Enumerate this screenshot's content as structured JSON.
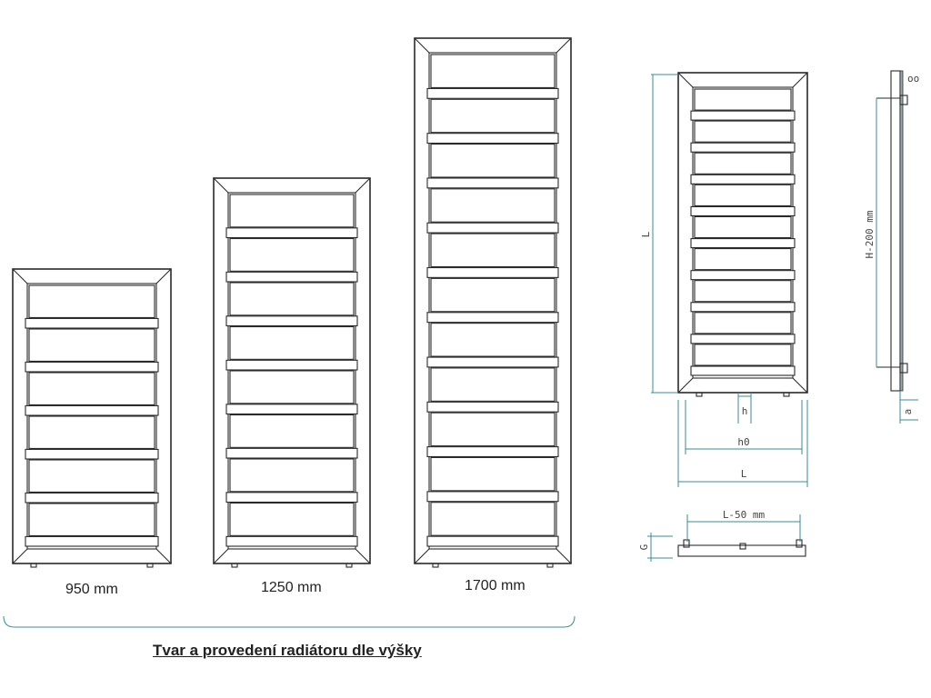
{
  "radiators": [
    {
      "label": "950 mm",
      "slats": 6
    },
    {
      "label": "1250 mm",
      "slats": 8
    },
    {
      "label": "1700 mm",
      "slats": 11
    }
  ],
  "caption": "Tvar a provedení radiátoru dle výšky",
  "brace_color": "#5aa0b0",
  "dimension_color": "#3d8a9a",
  "front_view": {
    "height_label": "L",
    "h_label": "h",
    "h0_label": "h0",
    "width_label": "L"
  },
  "side_view": {
    "height_label": "H-200 mm",
    "depth_label": "a"
  },
  "top_view": {
    "width_label": "L-50 mm",
    "depth_label": "G"
  }
}
